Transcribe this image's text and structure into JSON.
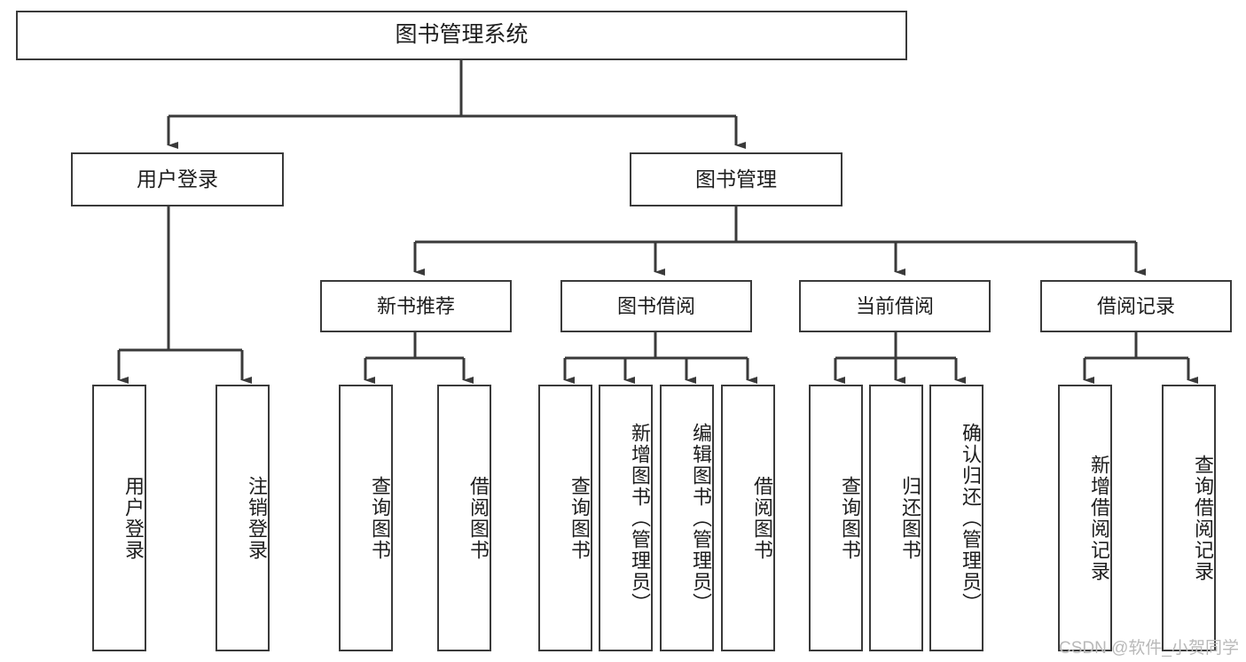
{
  "diagram": {
    "title": "图书管理系统",
    "type": "hierarchy-tree",
    "levels": 4,
    "root": {
      "label": "图书管理系统"
    },
    "level2": [
      {
        "label": "用户登录"
      },
      {
        "label": "图书管理"
      }
    ],
    "level3": [
      {
        "label": "新书推荐"
      },
      {
        "label": "图书借阅"
      },
      {
        "label": "当前借阅"
      },
      {
        "label": "借阅记录"
      }
    ],
    "leaves": {
      "user_login": [
        {
          "label": "用户登录"
        },
        {
          "label": "注销登录"
        }
      ],
      "new_book_recommend": [
        {
          "label": "查询图书"
        },
        {
          "label": "借阅图书"
        }
      ],
      "book_borrow": [
        {
          "label": "查询图书"
        },
        {
          "label": "新增图书（管理员）"
        },
        {
          "label": "编辑图书（管理员）"
        },
        {
          "label": "借阅图书"
        }
      ],
      "current_borrow": [
        {
          "label": "查询图书"
        },
        {
          "label": "归还图书"
        },
        {
          "label": "确认归还（管理员）"
        }
      ],
      "borrow_records": [
        {
          "label": "新增借阅记录"
        },
        {
          "label": "查询借阅记录"
        }
      ]
    }
  },
  "watermark": {
    "text": "CSDN @软件_小贺同学"
  },
  "colors": {
    "border": "#3a3a3a",
    "text": "#1d1d1d",
    "background": "#ffffff",
    "watermark": "#b9b9b9"
  }
}
